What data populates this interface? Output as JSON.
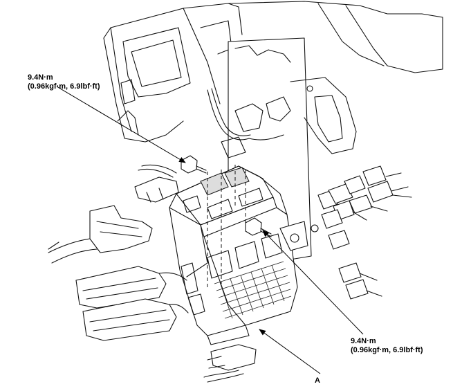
{
  "callouts": {
    "torque_top": {
      "line1": "9.4N·m",
      "line2": "(0.96kgf·m, 6.9lbf·ft)"
    },
    "torque_bottom": {
      "line1": "9.4N·m",
      "line2": "(0.96kgf·m, 6.9lbf·ft)"
    },
    "label_a": "A"
  }
}
